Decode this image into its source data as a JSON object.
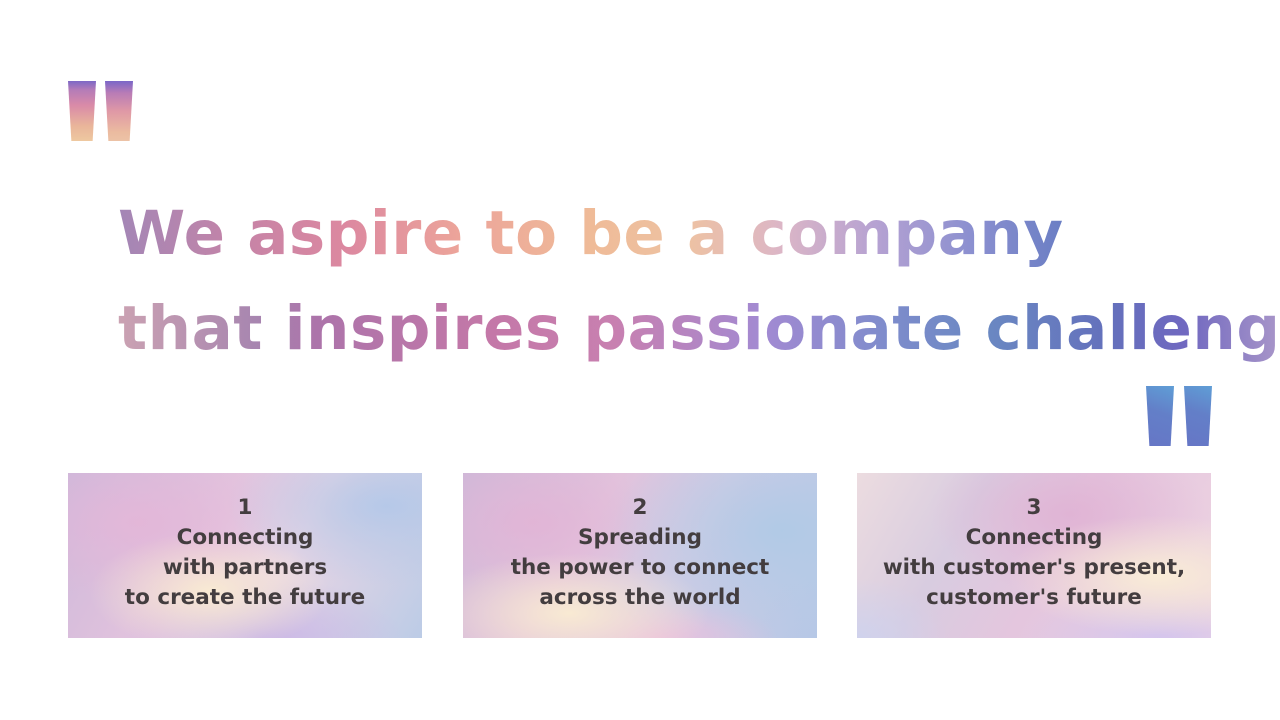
{
  "quotes": {
    "open_icon": "opening-quote-mark",
    "close_icon": "closing-quote-mark",
    "open_colors": [
      "#7d68c6",
      "#d98aa8",
      "#eec8a0"
    ],
    "close_colors": [
      "#5f9ed6",
      "#6676c6"
    ]
  },
  "headline": {
    "line1": "We aspire to be a company",
    "line2": "that inspires passionate challenges"
  },
  "cards": [
    {
      "number": "1",
      "text": "Connecting\nwith partners\nto create the future"
    },
    {
      "number": "2",
      "text": "Spreading\nthe power to connect\nacross the world"
    },
    {
      "number": "3",
      "text": "Connecting\nwith customer's present,\ncustomer's future"
    }
  ],
  "colors": {
    "card_text": "#433d3f",
    "background": "#ffffff"
  }
}
